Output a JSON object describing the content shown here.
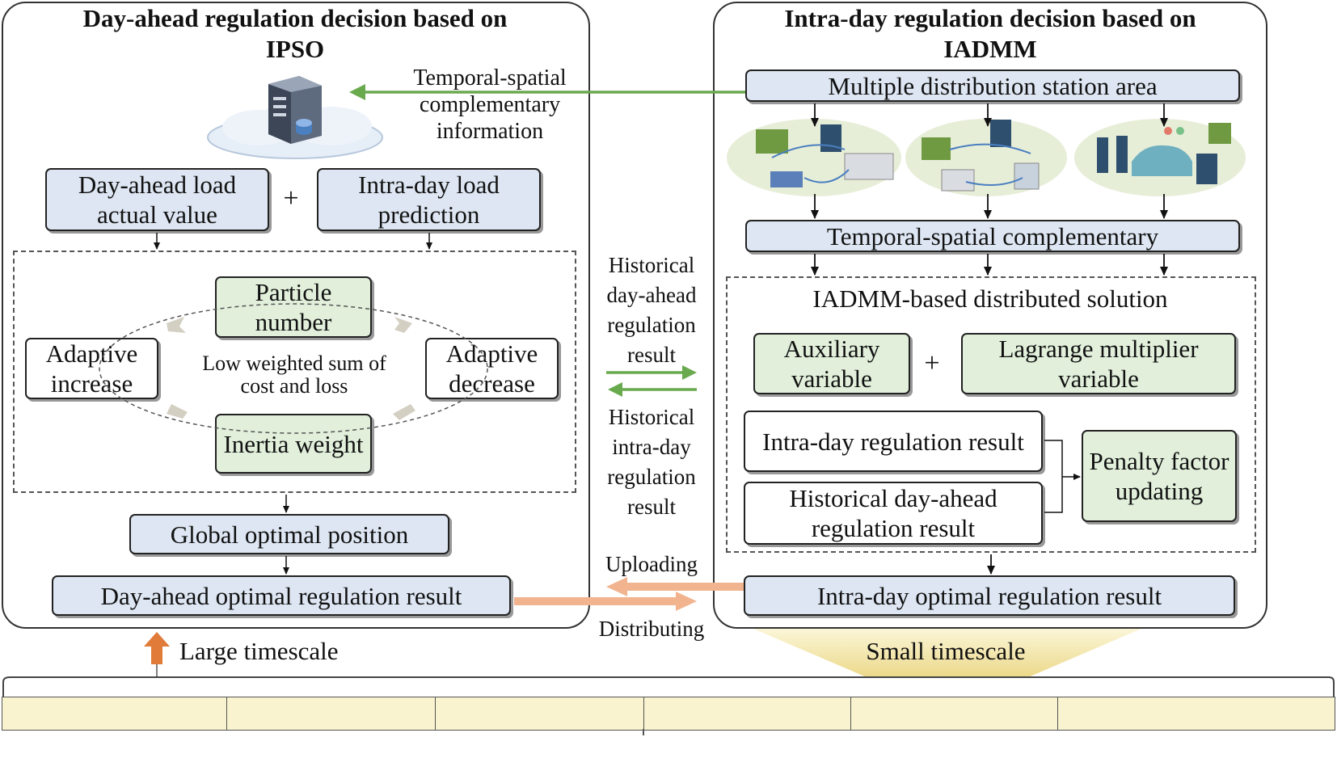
{
  "left_panel": {
    "title_line1": "Day-ahead  regulation  decision  based  on",
    "title_line2": "IPSO",
    "load_actual": "Day-ahead load actual value",
    "plus": "+",
    "load_prediction": "Intra-day load prediction",
    "particle_number": "Particle number",
    "adaptive_increase": "Adaptive increase",
    "adaptive_decrease": "Adaptive decrease",
    "center_text": "Low weighted  sum of cost and loss",
    "inertia_weight": "Inertia weight",
    "global_optimal": "Global optimal position",
    "dayahead_result": "Day-ahead optimal regulation result"
  },
  "right_panel": {
    "title_line1": "Intra-day  regulation  decision  based  on",
    "title_line2": "IADMM",
    "multi_area": "Multiple distribution station area",
    "temporal_complementary": "Temporal-spatial  complementary",
    "iadmm_solution": "IADMM-based distributed solution",
    "auxiliary_variable": "Auxiliary variable",
    "plus": "+",
    "lagrange_variable": "Lagrange multiplier variable",
    "intraday_reg_result": "Intra-day regulation result",
    "historical_dayahead_reg": "Historical  day-ahead regulation result",
    "penalty_factor": "Penalty factor updating",
    "intraday_optimal": "Intra-day optimal regulation result"
  },
  "middle": {
    "temporal_info": "Temporal-spatial complementary information",
    "historical_dayahead": "Historical day-ahead regulation result",
    "historical_intraday": "Historical intra-day regulation result",
    "uploading": "Uploading",
    "distributing": "Distributing"
  },
  "bottom": {
    "large_timescale": "Large timescale",
    "small_timescale": "Small timescale"
  },
  "colors": {
    "blue_box": "#dde6f2",
    "green_box": "#e1efdb",
    "green_arrow": "#6aaa4f",
    "orange_arrow": "#f2b48f",
    "up_arrow": "#e07b39",
    "timebar": "#f9f3cf"
  },
  "icons": [
    "server-cloud-icon",
    "station-area-icon"
  ]
}
